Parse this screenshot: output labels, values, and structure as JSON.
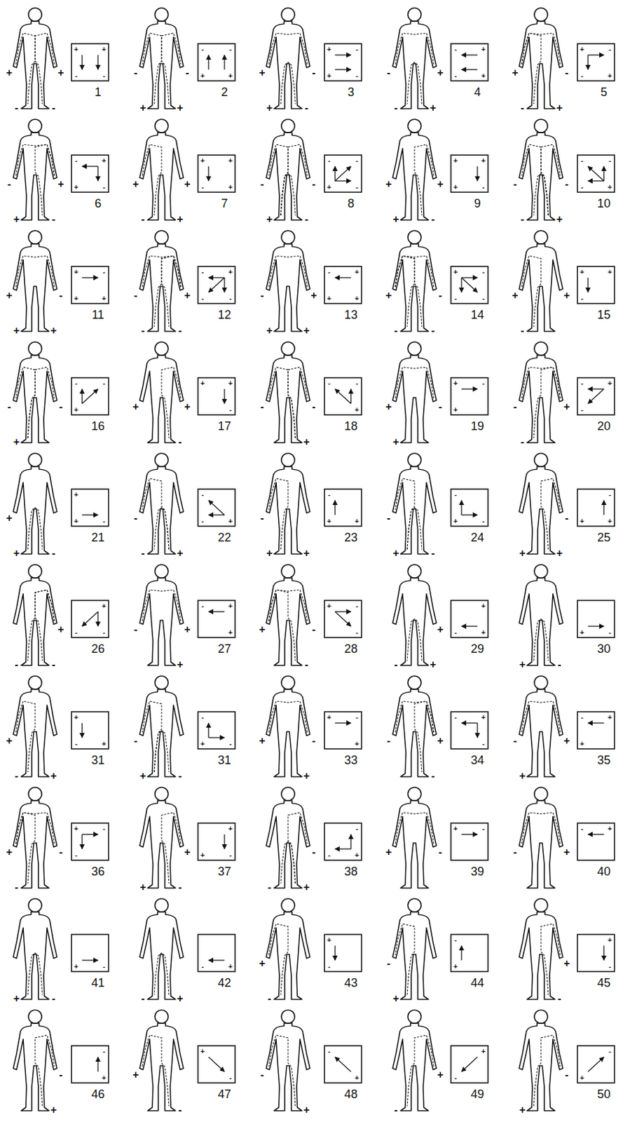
{
  "diagram": {
    "labels": [
      "1",
      "+",
      "+",
      "-",
      "-",
      "+",
      "+",
      "-",
      "-",
      "2",
      "-",
      "-",
      "+",
      "+",
      "-",
      "-",
      "+",
      "+",
      "3",
      "+",
      "-",
      "+",
      "-",
      "+",
      "-",
      "+",
      "-",
      "4",
      "-",
      "+",
      "-",
      "+",
      "-",
      "+",
      "-",
      "+",
      "5",
      "+",
      "-",
      "-",
      "+",
      "+",
      "-",
      "-",
      "+",
      "6",
      "-",
      "+",
      "+",
      "-",
      "-",
      "+",
      "+",
      "-",
      "7",
      "+",
      "+",
      "-",
      "+",
      "+",
      "+",
      "-",
      "+",
      "8",
      "-",
      "-",
      "+",
      "-",
      "-",
      "-",
      "+",
      "-",
      "9",
      "+",
      "+",
      "+",
      "-",
      "+",
      "+",
      "+",
      "-",
      "10",
      "-",
      "-",
      "-",
      "+",
      "-",
      "-",
      "-",
      "+",
      "11",
      "+",
      "-",
      "+",
      "+",
      "+",
      "-",
      "+",
      "+",
      "12",
      "-",
      "+",
      "-",
      "-",
      "-",
      "+",
      "-",
      "-",
      "13",
      "-",
      "+",
      "+",
      "+",
      "-",
      "+",
      "+",
      "+",
      "14",
      "+",
      "-",
      "-",
      "-",
      "+",
      "-",
      "-",
      "-",
      "15",
      "+",
      "+",
      "-",
      "+",
      "+",
      "-",
      "16",
      "-",
      "-",
      "+",
      "-",
      "-",
      "+",
      "17",
      "+",
      "+",
      "-",
      "+",
      "+",
      "-",
      "18",
      "-",
      "-",
      "+",
      "-",
      "-",
      "+",
      "19",
      "+",
      "-",
      "+",
      "+",
      "-",
      "+",
      "20",
      "-",
      "+",
      "-",
      "-",
      "+",
      "-",
      "21",
      "+",
      "+",
      "-",
      "+",
      "+",
      "-",
      "22",
      "-",
      "-",
      "+",
      "-",
      "-",
      "+",
      "23",
      "-",
      "+",
      "+",
      "-",
      "+",
      "+",
      "24",
      "-",
      "+",
      "-",
      "-",
      "+",
      "-",
      "25",
      "-",
      "+",
      "+",
      "-",
      "+",
      "+",
      "26",
      "+",
      "-",
      "-",
      "+",
      "-",
      "-",
      "27",
      "-",
      "+",
      "+",
      "-",
      "+",
      "+",
      "28",
      "+",
      "-",
      "-",
      "+",
      "-",
      "-",
      "29",
      "+",
      "-",
      "+",
      "+",
      "-",
      "+",
      "30",
      "+",
      "-",
      "+",
      "-",
      "31",
      "+",
      "-",
      "+",
      "+",
      "-",
      "+",
      "31",
      "-",
      "+",
      "-",
      "-",
      "+",
      "-",
      "33",
      "+",
      "-",
      "+",
      "+",
      "-",
      "+",
      "34",
      "-",
      "+",
      "-",
      "-",
      "+",
      "-",
      "35",
      "-",
      "+",
      "+",
      "-",
      "+",
      "+",
      "36",
      "+",
      "-",
      "-",
      "+",
      "-",
      "-",
      "37",
      "+",
      "+",
      "-",
      "+",
      "+",
      "-",
      "38",
      "-",
      "-",
      "+",
      "-",
      "-",
      "+",
      "39",
      "+",
      "-",
      "+",
      "-",
      "40",
      "-",
      "+",
      "-",
      "+",
      "41",
      "+",
      "-",
      "+",
      "-",
      "42",
      "-",
      "+",
      "-",
      "+",
      "43",
      "+",
      "-",
      "+",
      "-",
      "44",
      "-",
      "+",
      "-",
      "+",
      "45",
      "+",
      "-",
      "+",
      "-",
      "46",
      "-",
      "+",
      "-",
      "+",
      "47",
      "+",
      "-",
      "+",
      "-",
      "48",
      "-",
      "+",
      "-",
      "+",
      "49",
      "+",
      "-",
      "+",
      "-",
      "50",
      "-",
      "+",
      "-",
      "+"
    ]
  }
}
